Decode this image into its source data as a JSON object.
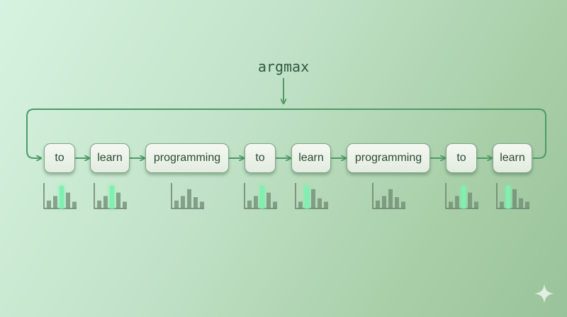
{
  "operation_label": "argmax",
  "tokens": [
    "to",
    "learn",
    "programming",
    "to",
    "learn",
    "programming",
    "to",
    "learn"
  ],
  "distributions": [
    {
      "bars": [
        0.35,
        0.55,
        1.0,
        0.7,
        0.3
      ],
      "selected": 2
    },
    {
      "bars": [
        0.35,
        0.55,
        1.0,
        0.7,
        0.3
      ],
      "selected": 2
    },
    {
      "bars": [
        0.35,
        0.55,
        0.85,
        0.5,
        0.3
      ],
      "selected": -1
    },
    {
      "bars": [
        0.35,
        0.55,
        1.0,
        0.7,
        0.3
      ],
      "selected": 2
    },
    {
      "bars": [
        0.3,
        1.0,
        0.85,
        0.45,
        0.3
      ],
      "selected": 1
    },
    {
      "bars": [
        0.35,
        0.55,
        0.85,
        0.5,
        0.3
      ],
      "selected": -1
    },
    {
      "bars": [
        0.3,
        0.55,
        1.0,
        0.7,
        0.3
      ],
      "selected": 2
    },
    {
      "bars": [
        0.3,
        1.0,
        0.85,
        0.45,
        0.3
      ],
      "selected": 1
    }
  ],
  "colors": {
    "arrow": "#4e9a68",
    "box_border": "#7fa487",
    "bar": "#6e8a72",
    "bar_selected": "#7ef0b0",
    "axis": "#6b7f6d"
  },
  "icons": {
    "corner": "sparkle-icon"
  }
}
